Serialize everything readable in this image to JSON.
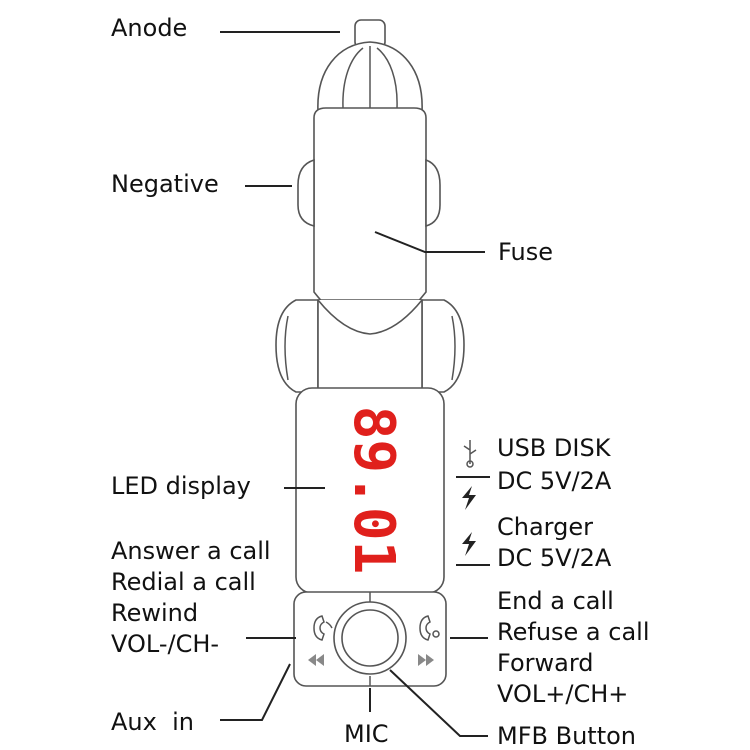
{
  "labels": {
    "anode": "Anode",
    "negative": "Negative",
    "fuse": "Fuse",
    "led_display": "LED display",
    "usb_disk": "USB DISK",
    "usb_dc": "DC 5V/2A",
    "charger": "Charger",
    "charger_dc": "DC 5V/2A",
    "answer_call": "Answer a call",
    "redial_call": "Redial a call",
    "rewind": "Rewind",
    "vol_down": "VOL-/CH-",
    "end_call": "End a call",
    "refuse_call": "Refuse a call",
    "forward": "Forward",
    "vol_up": "VOL+/CH+",
    "aux_in": "Aux  in",
    "mic": "MIC",
    "mfb_button": "MFB Button"
  },
  "display_reading": "89.01",
  "colors": {
    "led": "#e0201c",
    "outline": "#555555",
    "text": "#111111"
  },
  "icons": [
    "usb-icon",
    "lightning-icon",
    "phone-answer-icon",
    "phone-end-icon",
    "rewind-icon",
    "forward-icon"
  ]
}
